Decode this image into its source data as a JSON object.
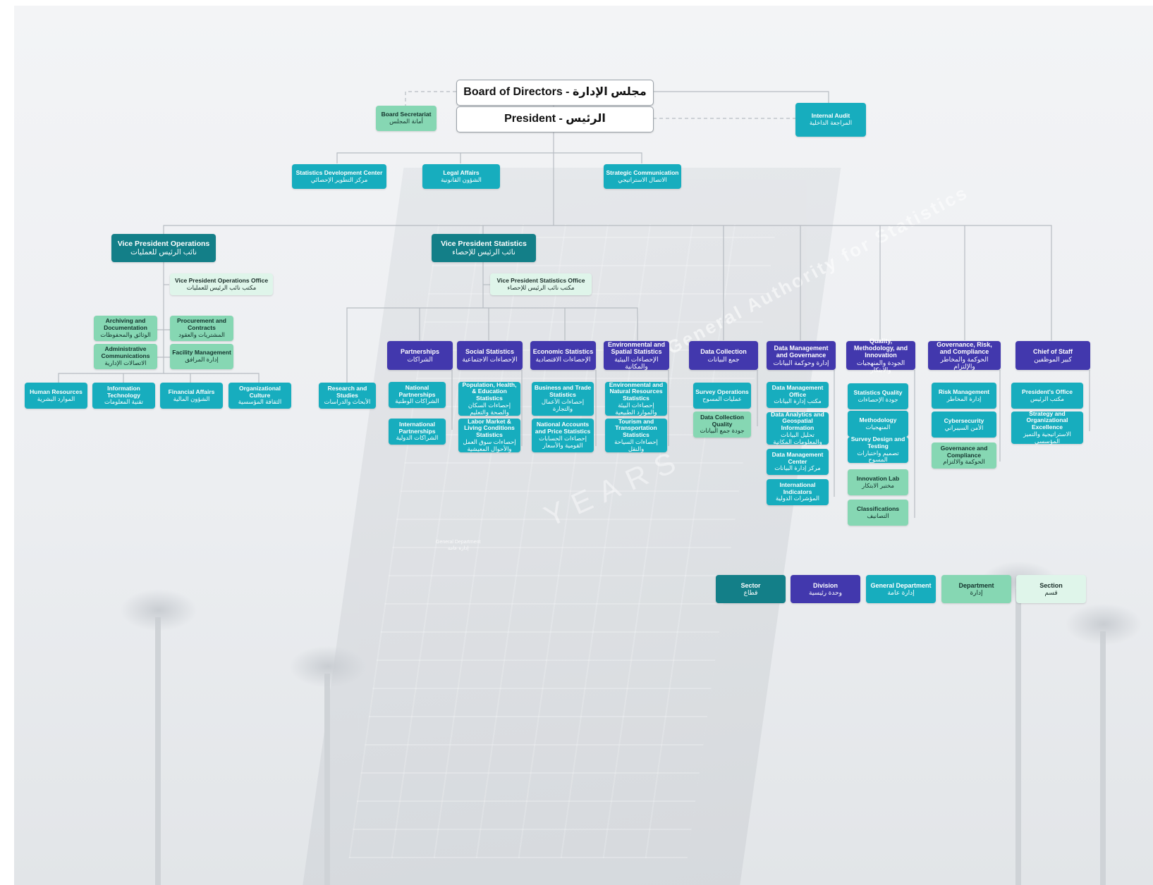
{
  "chart": {
    "board": "Board of Directors - مجلس الإدارة",
    "president": "President - الرئيس",
    "board_secretariat": {
      "en": "Board Secretariat",
      "ar": "أمانة المجلس"
    },
    "internal_audit": {
      "en": "Internal Audit",
      "ar": "المراجعة الداخلية"
    },
    "president_units": [
      {
        "en": "Statistics Development Center",
        "ar": "مركز التطوير الإحصائي"
      },
      {
        "en": "Legal Affairs",
        "ar": "الشؤون القانونية"
      },
      {
        "en": "Strategic Communication",
        "ar": "الاتصال الاستراتيجي"
      }
    ],
    "vp_operations": {
      "title": {
        "en": "Vice President Operations",
        "ar": "نائب الرئيس للعمليات"
      },
      "office": {
        "en": "Vice President Operations Office",
        "ar": "مكتب نائب الرئيس للعمليات"
      },
      "departments": [
        {
          "en": "Archiving and Documentation",
          "ar": "الوثائق والمحفوظات"
        },
        {
          "en": "Procurement and Contracts",
          "ar": "المشتريات والعقود"
        },
        {
          "en": "Administrative Communications",
          "ar": "الاتصالات الإدارية"
        },
        {
          "en": "Facility Management",
          "ar": "إدارة المرافق"
        }
      ],
      "general_departments": [
        {
          "en": "Human Resources",
          "ar": "الموارد البشرية"
        },
        {
          "en": "Information Technology",
          "ar": "تقنية المعلومات"
        },
        {
          "en": "Financial Affairs",
          "ar": "الشؤون المالية"
        },
        {
          "en": "Organizational Culture",
          "ar": "الثقافة المؤسسية"
        }
      ]
    },
    "vp_statistics": {
      "title": {
        "en": "Vice President Statistics",
        "ar": "نائب الرئيس للإحصاء"
      },
      "office": {
        "en": "Vice President Statistics Office",
        "ar": "مكتب نائب الرئيس للإحصاء"
      },
      "research": {
        "en": "Research and Studies",
        "ar": "الأبحاث والدراسات"
      },
      "divisions": [
        {
          "en": "Partnerships",
          "ar": "الشراكات",
          "children": [
            {
              "en": "National Partnerships",
              "ar": "الشراكات الوطنية"
            },
            {
              "en": "International Partnerships",
              "ar": "الشراكات الدولية"
            }
          ]
        },
        {
          "en": "Social Statistics",
          "ar": "الإحصاءات الاجتماعية",
          "children": [
            {
              "en": "Population, Health, & Education Statistics",
              "ar": "إحصاءات السكان والصحة والتعليم"
            },
            {
              "en": "Labor Market & Living Conditions Statistics",
              "ar": "إحصاءات سوق العمل والأحوال المعيشية"
            }
          ]
        },
        {
          "en": "Economic Statistics",
          "ar": "الإحصاءات الاقتصادية",
          "children": [
            {
              "en": "Business and Trade Statistics",
              "ar": "إحصاءات الأعمال والتجارة"
            },
            {
              "en": "National Accounts and Price Statistics",
              "ar": "إحصاءات الحسابات القومية والأسعار"
            }
          ]
        },
        {
          "en": "Environmental and Spatial Statistics",
          "ar": "الإحصاءات البيئية والمكانية",
          "children": [
            {
              "en": "Environmental and Natural Resources Statistics",
              "ar": "إحصاءات البيئة والموارد الطبيعية"
            },
            {
              "en": "Tourism and Transportation Statistics",
              "ar": "إحصاءات السياحة والنقل"
            }
          ]
        }
      ]
    },
    "right_divisions": [
      {
        "en": "Data Collection",
        "ar": "جمع البيانات",
        "children": [
          {
            "en": "Survey Operations",
            "ar": "عمليات المسوح",
            "type": "gdept"
          },
          {
            "en": "Data Collection Quality",
            "ar": "جودة جمع البيانات",
            "type": "dept"
          }
        ]
      },
      {
        "en": "Data Management and Governance",
        "ar": "إدارة وحوكمة البيانات",
        "children": [
          {
            "en": "Data Management Office",
            "ar": "مكتب إدارة البيانات",
            "type": "gdept"
          },
          {
            "en": "Data Analytics and Geospatial Information",
            "ar": "تحليل البيانات والمعلومات المكانية",
            "type": "gdept"
          },
          {
            "en": "Data Management Center",
            "ar": "مركز إدارة البيانات",
            "type": "gdept"
          },
          {
            "en": "International Indicators",
            "ar": "المؤشرات الدولية",
            "type": "gdept"
          }
        ]
      },
      {
        "en": "Quality, Methodology, and Innovation",
        "ar": "الجودة والمنهجيات والابتكار",
        "children": [
          {
            "en": "Statistics Quality",
            "ar": "جودة الإحصاءات",
            "type": "gdept"
          },
          {
            "en": "Methodology",
            "ar": "المنهجيات",
            "type": "gdept"
          },
          {
            "en": "Survey Design and Testing",
            "ar": "تصميم واختبارات المسوح",
            "type": "gdept"
          },
          {
            "en": "Innovation Lab",
            "ar": "مختبر الابتكار",
            "type": "dept"
          },
          {
            "en": "Classifications",
            "ar": "التصانيف",
            "type": "dept"
          }
        ]
      },
      {
        "en": "Governance, Risk, and Compliance",
        "ar": "الحوكمة والمخاطر والإلتزام",
        "children": [
          {
            "en": "Risk Management",
            "ar": "إدارة المخاطر",
            "type": "gdept"
          },
          {
            "en": "Cybersecurity",
            "ar": "الأمن السيبراني",
            "type": "gdept"
          },
          {
            "en": "Governance and Compliance",
            "ar": "الحوكمة والالتزام",
            "type": "dept"
          }
        ]
      },
      {
        "en": "Chief of Staff",
        "ar": "كبير الموظفين",
        "children": [
          {
            "en": "President's Office",
            "ar": "مكتب الرئيس",
            "type": "gdept"
          },
          {
            "en": "Strategy and Organizational Excellence",
            "ar": "الاستراتيجية والتميز المؤسسي",
            "type": "gdept"
          }
        ]
      }
    ]
  },
  "legend": [
    {
      "en": "Sector",
      "ar": "قطاع"
    },
    {
      "en": "Division",
      "ar": "وحدة رئيسية"
    },
    {
      "en": "General Department",
      "ar": "إدارة عامة"
    },
    {
      "en": "Department",
      "ar": "إدارة"
    },
    {
      "en": "Section",
      "ar": "قسم"
    }
  ],
  "watermark": {
    "text": "General Authority for Statistics",
    "years": "YEARS",
    "small_en": "General Department",
    "small_ar": "إدارة عامة"
  },
  "colors": {
    "sector": "#137f88",
    "division": "#4238ad",
    "general_department": "#17adbe",
    "department": "#86d7b3",
    "section": "#dff5ea",
    "connector": "#b7bcc2"
  }
}
